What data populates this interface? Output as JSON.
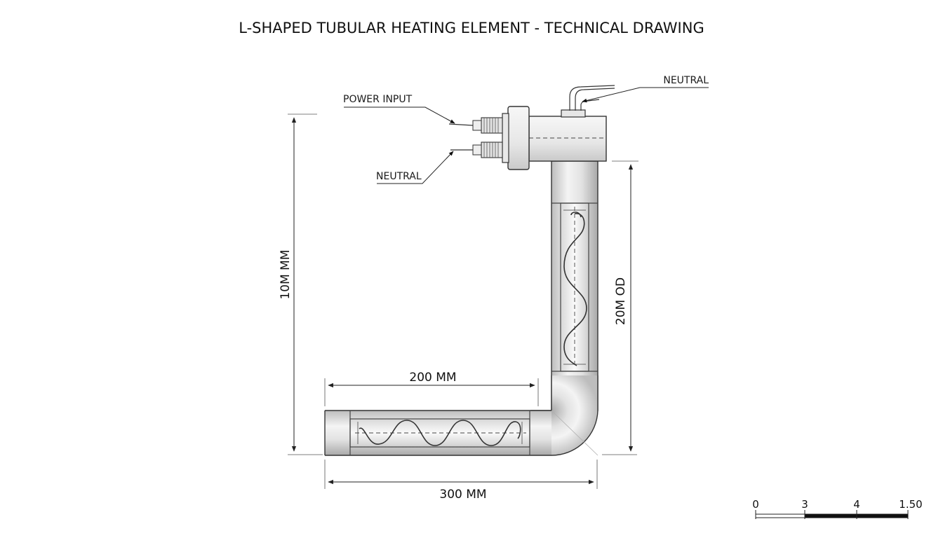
{
  "title": "L-SHAPED TUBULAR HEATING ELEMENT - TECHNICAL DRAWING",
  "callouts": {
    "power_input": "POWER INPUT",
    "neutral_lower": "NEUTRAL",
    "neutral_top": "NEUTRAL"
  },
  "dimensions": {
    "height": "10M MM",
    "outer_diameter": "20M OD",
    "horizontal_inner": "200 MM",
    "horizontal_total": "300 MM"
  },
  "scale_bar": {
    "ticks": [
      "0",
      "3",
      "4",
      "1.50"
    ]
  },
  "colors": {
    "tube_fill": "#d9d9d9",
    "tube_highlight": "#f2f2f2",
    "ink": "#222222"
  }
}
